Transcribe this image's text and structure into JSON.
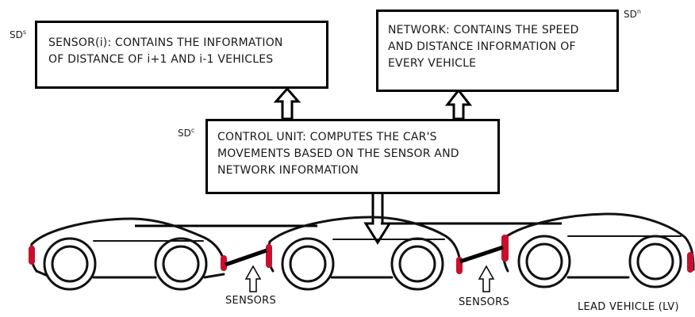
{
  "sensor_box": {
    "sd_base": "SD",
    "sd_sup": "s",
    "lines": [
      "SENSOR(i): CONTAINS THE INFORMATION",
      "OF DISTANCE OF i+1 AND i-1 VEHICLES"
    ]
  },
  "network_box": {
    "sd_base": "SD",
    "sd_sup": "n",
    "lines": [
      "NETWORK: CONTAINS THE SPEED",
      "AND DISTANCE INFORMATION OF",
      "EVERY VEHICLE"
    ]
  },
  "control_box": {
    "sd_base": "SD",
    "sd_sup": "c",
    "lines": [
      "CONTROL UNIT: COMPUTES THE CAR'S",
      "MOVEMENTS BASED ON THE SENSOR AND",
      "NETWORK INFORMATION"
    ]
  },
  "labels": {
    "sensors_1": "SENSORS",
    "sensors_2": "SENSORS",
    "lead_vehicle": "LEAD VEHICLE (LV)"
  },
  "colors": {
    "line": "#000000",
    "taillight": "#c8102e"
  }
}
